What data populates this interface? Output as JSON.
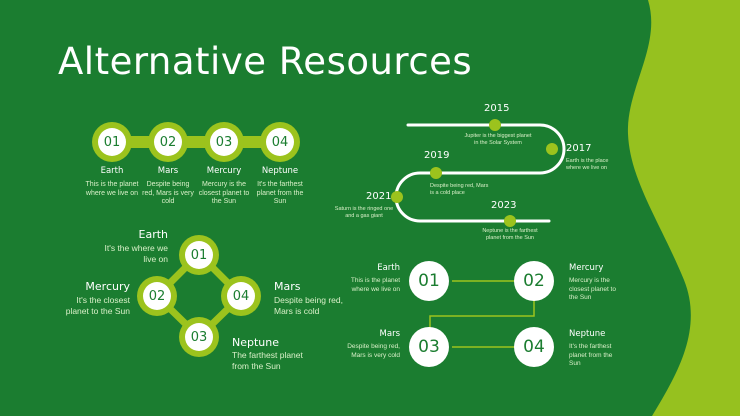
{
  "slide": {
    "title": "Alternative Resources",
    "colors": {
      "background": "#1b7d30",
      "accent": "#9cc31d",
      "wave": "#96c11f",
      "number_text": "#1b7d30"
    }
  },
  "chain": {
    "items": [
      {
        "num": "01",
        "title": "Earth",
        "text": "This is the planet where we live on"
      },
      {
        "num": "02",
        "title": "Mars",
        "text": "Despite being red, Mars is very cold"
      },
      {
        "num": "03",
        "title": "Mercury",
        "text": "Mercury is the closest planet to the Sun"
      },
      {
        "num": "04",
        "title": "Neptune",
        "text": "It's the farthest planet from the Sun"
      }
    ]
  },
  "diamond": {
    "items": [
      {
        "num": "01",
        "title": "Earth",
        "text": "It's the where we live on"
      },
      {
        "num": "02",
        "title": "Mercury",
        "text": "It's the closest planet to the Sun"
      },
      {
        "num": "04",
        "title": "Mars",
        "text": "Despite being red, Mars is cold"
      },
      {
        "num": "03",
        "title": "Neptune",
        "text": "The farthest planet from the Sun"
      }
    ]
  },
  "timeline": {
    "items": [
      {
        "year": "2015",
        "text": "Jupiter is the biggest planet in the Solar System"
      },
      {
        "year": "2017",
        "text": "Earth is the place where we live on"
      },
      {
        "year": "2019",
        "text": "Despite being red, Mars is a cold place"
      },
      {
        "year": "2021",
        "text": "Saturn is the ringed one and a gas giant"
      },
      {
        "year": "2023",
        "text": "Neptune is the farthest planet from the Sun"
      }
    ]
  },
  "grid": {
    "items": [
      {
        "num": "01",
        "title": "Earth",
        "text": "This is the planet where we live on"
      },
      {
        "num": "02",
        "title": "Mercury",
        "text": "Mercury is the closest planet to the Sun"
      },
      {
        "num": "03",
        "title": "Mars",
        "text": "Despite being red, Mars is very cold"
      },
      {
        "num": "04",
        "title": "Neptune",
        "text": "It's the farthest planet from the Sun"
      }
    ]
  }
}
